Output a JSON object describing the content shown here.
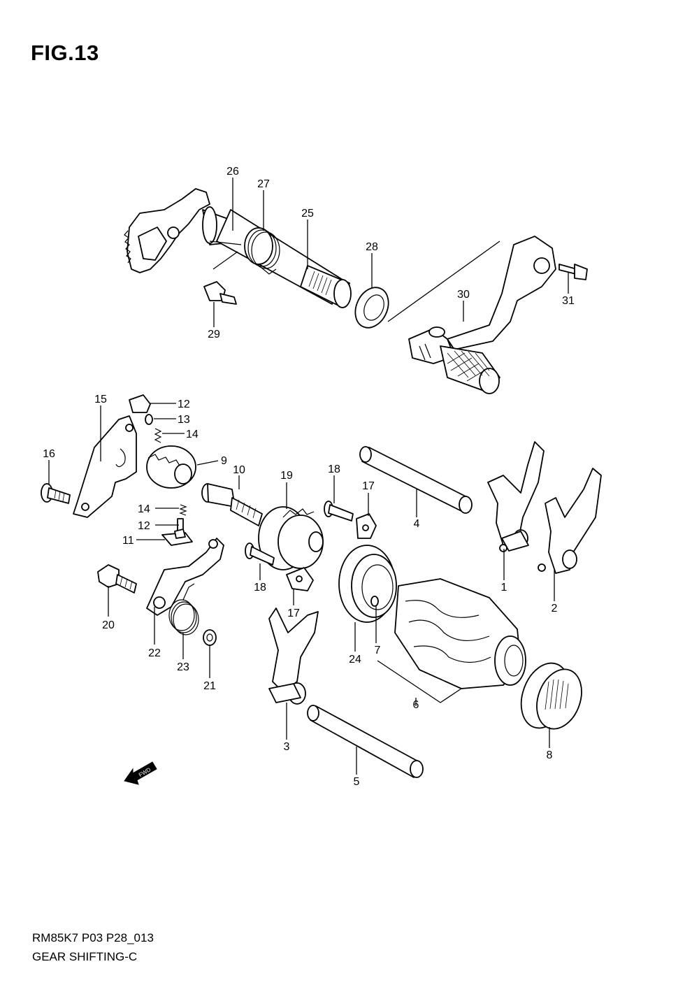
{
  "header": {
    "figure_title": "FIG.13"
  },
  "footer": {
    "code": "RM85K7 P03 P28_013",
    "name": "GEAR SHIFTING-C"
  },
  "direction_marker": {
    "text": "FWD",
    "icon": "fwd-arrow-icon"
  },
  "callouts": [
    "26",
    "27",
    "25",
    "28",
    "30",
    "31",
    "29",
    "15",
    "12",
    "13",
    "14",
    "9",
    "16",
    "10",
    "19",
    "18",
    "17",
    "4",
    "14",
    "12",
    "11",
    "20",
    "18",
    "17",
    "1",
    "2",
    "22",
    "23",
    "21",
    "24",
    "7",
    "6",
    "3",
    "5",
    "8"
  ]
}
